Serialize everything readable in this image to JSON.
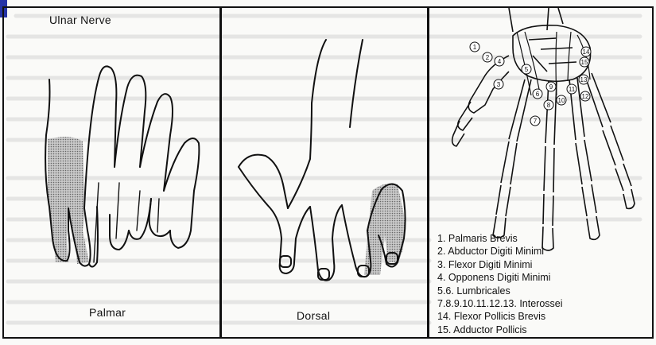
{
  "colors": {
    "accent": "#2533a6",
    "ink": "#111111",
    "shade": "#a9a9a9",
    "bleed_text": "#c8c8c8"
  },
  "panels": {
    "palmar": {
      "title": "Ulnar Nerve",
      "caption": "Palmar"
    },
    "dorsal": {
      "caption": "Dorsal"
    },
    "skeleton": {
      "markers": [
        "1",
        "2",
        "3",
        "4",
        "5",
        "6",
        "7",
        "8",
        "9",
        "10",
        "11",
        "12",
        "13",
        "14",
        "15"
      ]
    }
  },
  "legend": [
    "1. Palmaris Brevis",
    "2. Abductor Digiti Minimi",
    "3. Flexor Digiti Minimi",
    "4. Opponens Digiti Minimi",
    "5.6. Lumbricales",
    "7.8.9.10.11.12.13. Interossei",
    "14. Flexor Pollicis Brevis",
    "15. Adductor Pollicis"
  ]
}
